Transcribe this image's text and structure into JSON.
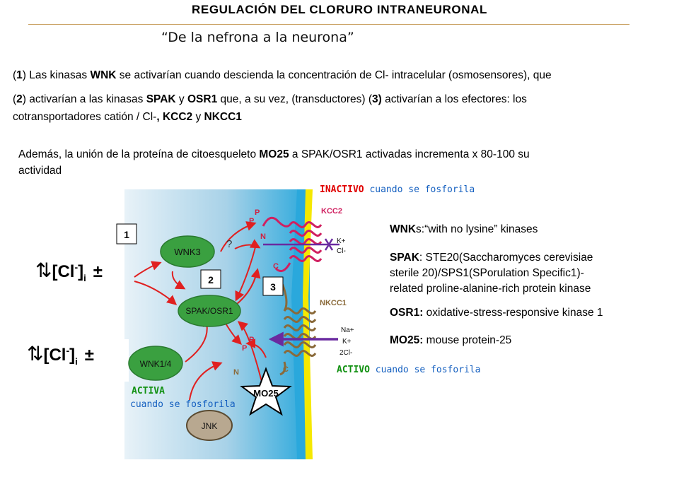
{
  "header": {
    "title": "REGULACIÓN DEL CLORURO INTRANEURONAL",
    "subtitle": "“De la nefrona a la neurona”"
  },
  "text": {
    "p1": {
      "a": "(",
      "b": "1",
      "c": ") Las kinasas ",
      "d": "WNK",
      "e": " se activarían cuando descienda la concentración de Cl- intracelular (osmosensores), que"
    },
    "p2": {
      "a": "(",
      "b": "2",
      "c": ") activarían a las kinasas ",
      "d": "SPAK",
      "e": " y ",
      "f": "OSR1",
      "g": " que, a su vez,  (transductores) (",
      "h": "3)",
      "i": " activarían a los efectores:  los"
    },
    "p3": {
      "a": "cotransportadores catión / Cl-",
      "b": ", KCC2",
      "c": " y ",
      "d": "NKCC1"
    },
    "p4": {
      "a": "Además, la unión de la proteína de citoesqueleto ",
      "b": "MO25",
      "c": " a SPAK/OSR1 activadas incrementa x 80-100 su"
    },
    "p5": "actividad"
  },
  "states": {
    "inactivo_word": "INACTIVO",
    "inactivo_rest": " cuando se fosforila",
    "activo_word": "ACTIVO",
    "activo_rest": " cuando se fosforila",
    "activa_word": "ACTIVA",
    "activa_rest": "cuando se fosforila"
  },
  "legend": {
    "wnk_bold": "WNK",
    "wnk_rest": "s:“with no lysine” kinases",
    "spak_bold": "SPAK",
    "spak_l1": ": STE20(Saccharomyces cerevisiae",
    "spak_l2": "sterile 20)/SPS1(SPorulation Specific1)-",
    "spak_l3": "related proline-alanine-rich protein kinase",
    "osr1_bold": "OSR1:",
    "osr1_rest": " oxidative-stress-responsive kinase 1",
    "mo25_bold": "MO25:",
    "mo25_rest": " mouse protein-25"
  },
  "diagram": {
    "labels": {
      "wnk3": "WNK3",
      "spak_osr1": "SPAK/OSR1",
      "wnk1_4": "WNK1/4",
      "jnk": "JNK",
      "mo25": "MO25",
      "kcc2": "KCC2",
      "nkcc1": "NKCC1",
      "kcc2_ions_1": "K+",
      "kcc2_ions_2": "Cl-",
      "nkcc1_ions_1": "Na+",
      "nkcc1_ions_2": "K+",
      "nkcc1_ions_3": "2Cl-",
      "question": "?",
      "p": "P",
      "n": "N",
      "c": "C",
      "step1": "1",
      "step2": "2",
      "step3": "3"
    },
    "cl_label": {
      "arrows": "⇅",
      "main": "[Cl",
      "sup": "-",
      "close": "]",
      "sub": "i",
      "sign": "±"
    }
  },
  "colors": {
    "kinase_green": "#3aa040",
    "jnk_tan": "#b8a890",
    "arrow_red": "#e02020",
    "membrane_yellow": "#f5e800",
    "purple_arrow": "#6a2aa0"
  }
}
